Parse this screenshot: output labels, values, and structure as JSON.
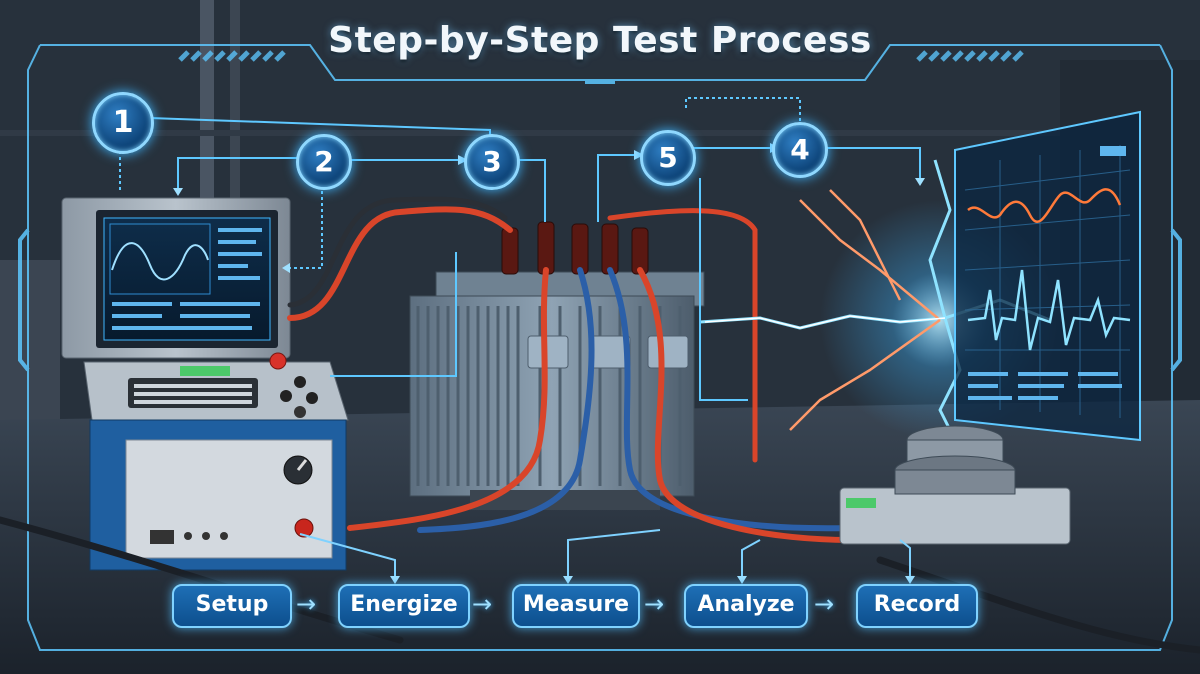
{
  "title": "Step-by-Step Test Process",
  "steps": [
    {
      "number": "1"
    },
    {
      "number": "2"
    },
    {
      "number": "3"
    },
    {
      "number": "5"
    },
    {
      "number": "4"
    }
  ],
  "process": [
    {
      "label": "Setup"
    },
    {
      "label": "Energize"
    },
    {
      "label": "Measure"
    },
    {
      "label": "Analyze"
    },
    {
      "label": "Record"
    }
  ],
  "icons": [
    "arrow-right-icon",
    "lightning-icon",
    "waveform-icon"
  ],
  "colors": {
    "accent": "#3fb6ff",
    "pill": "#0d4f8e",
    "hv_cable": "#d9452a",
    "lv_cable": "#2b5fa8",
    "background": "#1d2631"
  }
}
